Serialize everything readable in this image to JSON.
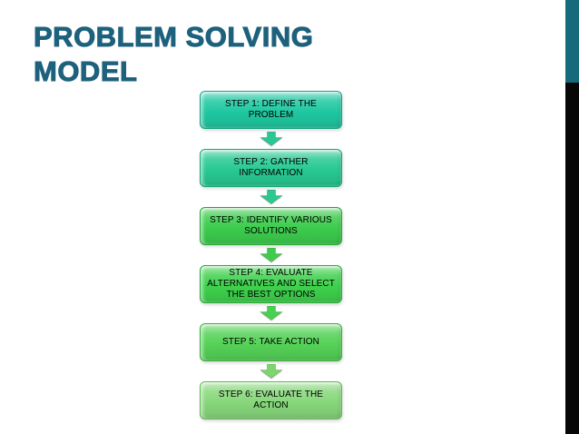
{
  "slide": {
    "title_lines": [
      "PROBLEM SOLVING",
      "MODEL"
    ],
    "title_color": "#1D617C"
  },
  "decor": {
    "right_bar_top_color": "#17697C",
    "right_bar_bottom_color": "#070707"
  },
  "flow": {
    "steps": [
      {
        "label": "STEP 1: DEFINE THE PROBLEM",
        "fill": "#1FC8A1",
        "border": "#12A583",
        "arrow": "#2BC894"
      },
      {
        "label": "STEP 2: GATHER INFORMATION",
        "fill": "#27C992",
        "border": "#15A677",
        "arrow": "#2BC98F"
      },
      {
        "label": "STEP 3: IDENTIFY VARIOUS SOLUTIONS",
        "fill": "#3CCC4D",
        "border": "#23A833",
        "arrow": "#3FCC4D"
      },
      {
        "label": "STEP 4: EVALUATE ALTERNATIVES AND SELECT THE BEST OPTIONS",
        "fill": "#3ED14D",
        "border": "#26AE36",
        "arrow": "#48D151"
      },
      {
        "label": "STEP 5: TAKE ACTION",
        "fill": "#55D257",
        "border": "#38B13C",
        "arrow": "#7CD66C"
      },
      {
        "label": "STEP 6: EVALUATE THE ACTION",
        "fill": "#87D77B",
        "border": "#5FB856",
        "arrow": null
      }
    ]
  }
}
